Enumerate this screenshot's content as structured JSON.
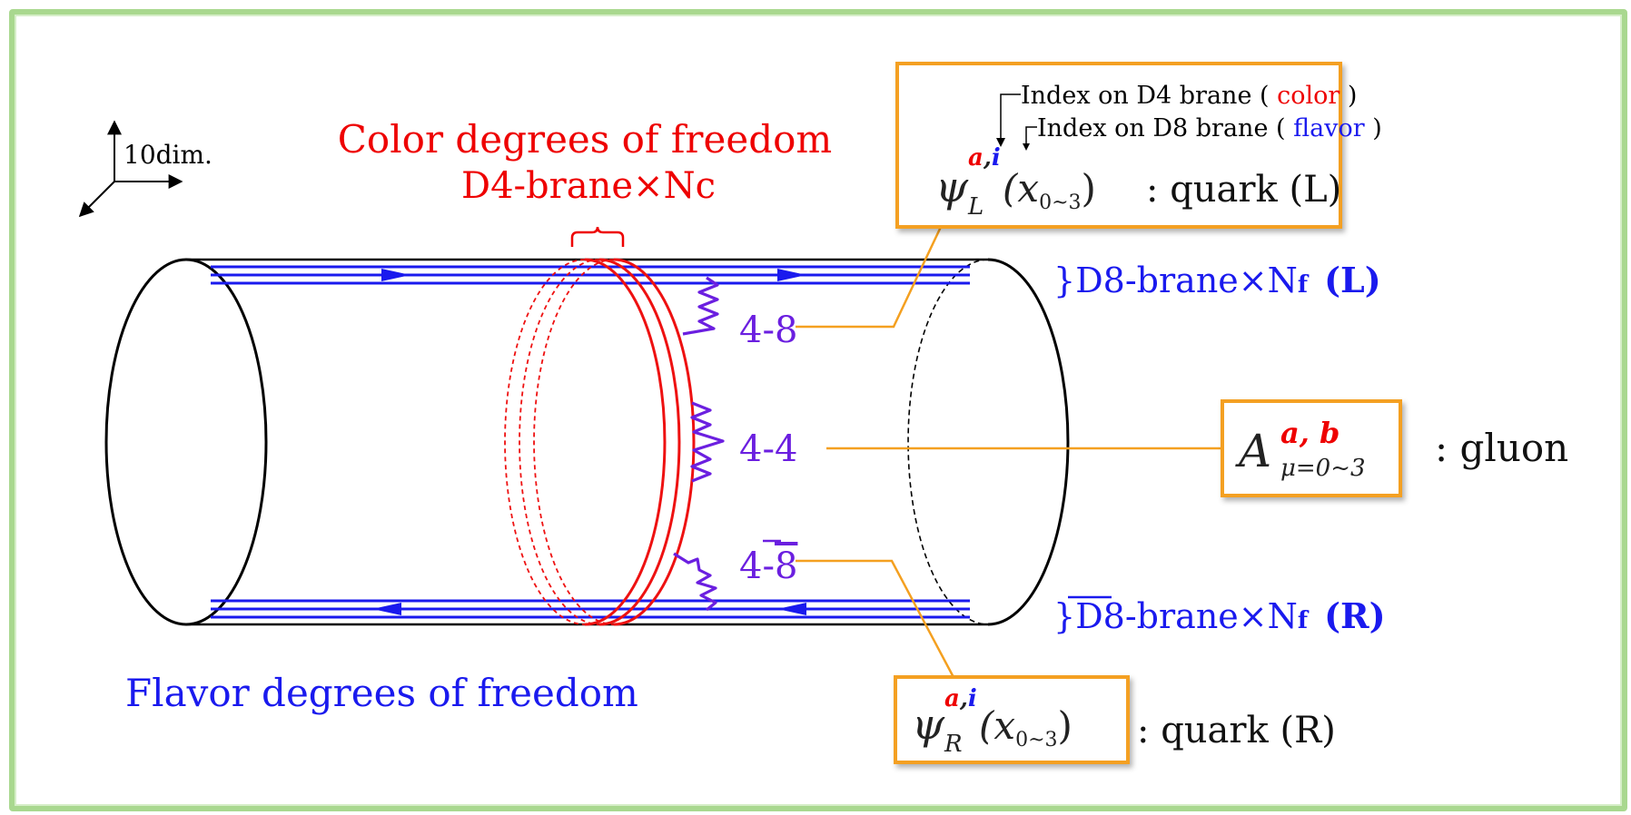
{
  "axes_label": "10dim.",
  "color_title": {
    "line1": "Color degrees of freedom",
    "line2": "D4-brane×Nc",
    "color": "#ee0000"
  },
  "flavor_title": {
    "text": "Flavor degrees of freedom",
    "color": "#1a1aee"
  },
  "strings": {
    "s48": "4-8",
    "s44": "4-4",
    "s48bar_prefix": "4-",
    "s48bar_num": "8",
    "color": "#6b1fe0"
  },
  "d8_left": {
    "brace": "}",
    "text": "D8-brane×N",
    "sub": "f",
    "tag": "(L)"
  },
  "d8_right": {
    "brace": "}",
    "bar": "D8",
    "text": "-brane×N",
    "sub": "f",
    "tag": "(R)"
  },
  "quark_left_box": {
    "note1_prefix": "Index on D4 brane ( ",
    "note1_word": "color",
    "note1_suffix": " )",
    "note2_prefix": "Index on D8 brane ( ",
    "note2_word": "flavor",
    "note2_suffix": " )",
    "psi": "ψ",
    "sub": "L",
    "sup_a": "a",
    "sup_comma": ",",
    "sup_i": "i",
    "arg": "(x",
    "arg_sub": "0~3",
    "arg_close": ")",
    "label": ": quark (L)"
  },
  "gluon_box": {
    "A": "A",
    "sup": "a, b",
    "sub": "μ=0~3",
    "label": ": gluon"
  },
  "quark_right_box": {
    "psi": "ψ",
    "sub": "R",
    "sup_a": "a",
    "sup_comma": ",",
    "sup_i": "i",
    "arg": "(x",
    "arg_sub": "0~3",
    "arg_close": ")",
    "label": ": quark (R)"
  },
  "colors": {
    "frame": "#a9d88f",
    "box_border": "#f4a020",
    "leader": "#f4a020",
    "brane_red": "#ee1111",
    "flavor_blue": "#1a1aee",
    "string_purple": "#6b1fe0"
  }
}
